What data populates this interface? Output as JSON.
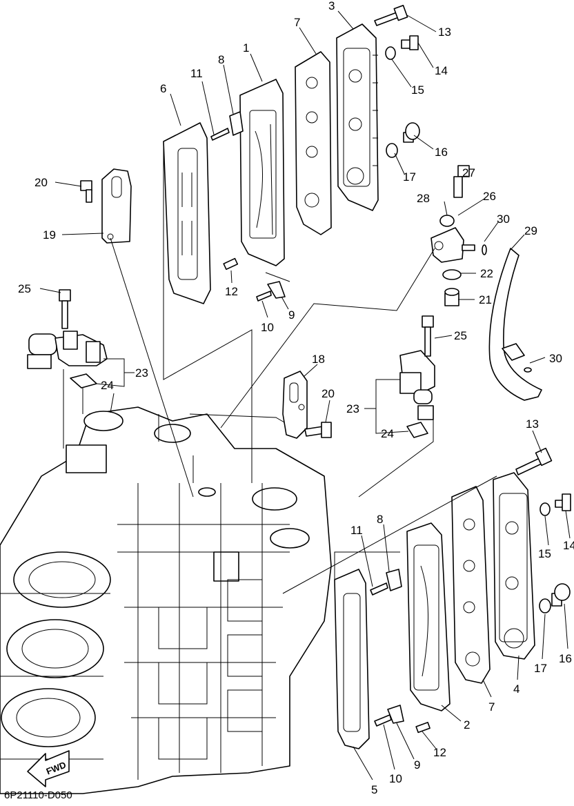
{
  "diagram_code": "6P21110-D050",
  "fwd_label": "FWD",
  "callouts": [
    {
      "id": "c3a",
      "text": "3"
    },
    {
      "id": "c13a",
      "text": "13"
    },
    {
      "id": "c7a",
      "text": "7"
    },
    {
      "id": "c14a",
      "text": "14"
    },
    {
      "id": "c1",
      "text": "1"
    },
    {
      "id": "c15a",
      "text": "15"
    },
    {
      "id": "c8a",
      "text": "8"
    },
    {
      "id": "c11a",
      "text": "11"
    },
    {
      "id": "c6",
      "text": "6"
    },
    {
      "id": "c16a",
      "text": "16"
    },
    {
      "id": "c17a",
      "text": "17"
    },
    {
      "id": "c27",
      "text": "27"
    },
    {
      "id": "c20a",
      "text": "20"
    },
    {
      "id": "c28",
      "text": "28"
    },
    {
      "id": "c26",
      "text": "26"
    },
    {
      "id": "c30a",
      "text": "30"
    },
    {
      "id": "c29",
      "text": "29"
    },
    {
      "id": "c19",
      "text": "19"
    },
    {
      "id": "c22",
      "text": "22"
    },
    {
      "id": "c12a",
      "text": "12"
    },
    {
      "id": "c25a",
      "text": "25"
    },
    {
      "id": "c9a",
      "text": "9"
    },
    {
      "id": "c21",
      "text": "21"
    },
    {
      "id": "c10a",
      "text": "10"
    },
    {
      "id": "c25b",
      "text": "25"
    },
    {
      "id": "c23a",
      "text": "23"
    },
    {
      "id": "c24a",
      "text": "24"
    },
    {
      "id": "c18",
      "text": "18"
    },
    {
      "id": "c30b",
      "text": "30"
    },
    {
      "id": "c20b",
      "text": "20"
    },
    {
      "id": "c23b",
      "text": "23"
    },
    {
      "id": "c24b",
      "text": "24"
    },
    {
      "id": "c13b",
      "text": "13"
    },
    {
      "id": "c14b",
      "text": "14"
    },
    {
      "id": "c15b",
      "text": "15"
    },
    {
      "id": "c11b",
      "text": "11"
    },
    {
      "id": "c8b",
      "text": "8"
    },
    {
      "id": "c16b",
      "text": "16"
    },
    {
      "id": "c17b",
      "text": "17"
    },
    {
      "id": "c4",
      "text": "4"
    },
    {
      "id": "c7b",
      "text": "7"
    },
    {
      "id": "c2",
      "text": "2"
    },
    {
      "id": "c12b",
      "text": "12"
    },
    {
      "id": "c10b",
      "text": "10"
    },
    {
      "id": "c9b",
      "text": "9"
    },
    {
      "id": "c5",
      "text": "5"
    }
  ]
}
